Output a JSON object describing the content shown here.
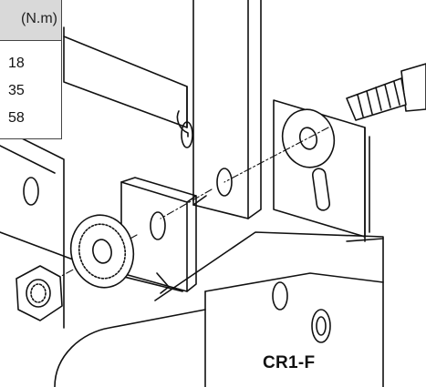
{
  "torque_table": {
    "header": "(N.m)",
    "values": [
      "18",
      "35",
      "58"
    ]
  },
  "part_label": "CR1-F",
  "colors": {
    "line": "#111111",
    "header_fill": "#d9d9d9",
    "background": "#ffffff"
  }
}
